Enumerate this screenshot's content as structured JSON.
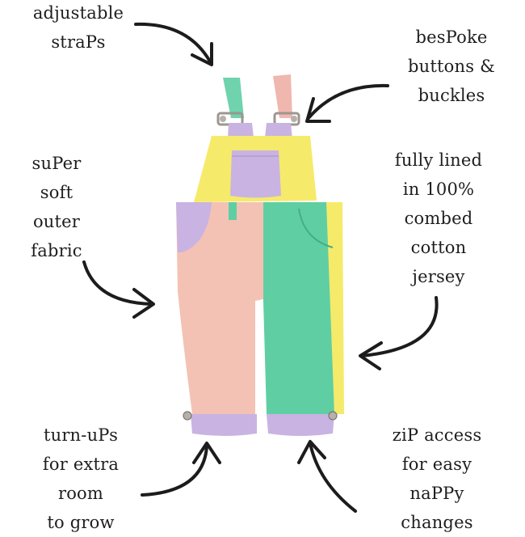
{
  "annotations": [
    {
      "id": "straps",
      "lines": [
        "adjustable",
        "straPs"
      ]
    },
    {
      "id": "buttons",
      "lines": [
        "besPoke",
        "buttons &",
        "buckles"
      ]
    },
    {
      "id": "fabric",
      "lines": [
        "suPer",
        "soft",
        "outer",
        "fabric"
      ]
    },
    {
      "id": "lining",
      "lines": [
        "fully lined",
        "in 100%",
        "combed",
        "cotton",
        "jersey"
      ]
    },
    {
      "id": "turnups",
      "lines": [
        "turn-uPs",
        "for extra",
        "room",
        "to grow"
      ]
    },
    {
      "id": "zip",
      "lines": [
        "ziP access",
        "for easy",
        "naPPy",
        "changes"
      ]
    }
  ],
  "colors": {
    "yellow": "#f6ea6a",
    "lilac": "#c9b3e2",
    "pink": "#f3c2b4",
    "mint": "#5fcfa3",
    "strap_mint": "#6fd3ad",
    "strap_pink": "#f0b7ae",
    "metal": "#b6b1aa",
    "ink": "#1c1c1c"
  }
}
